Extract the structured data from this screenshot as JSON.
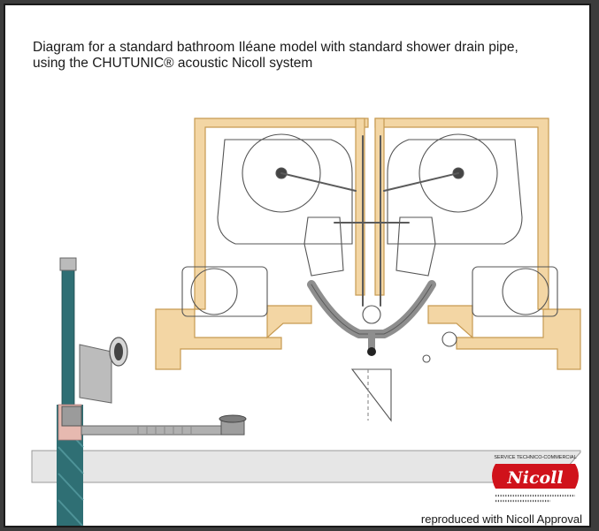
{
  "caption": {
    "line1": "Diagram for a standard bathroom Iléane model with standard shower drain pipe,",
    "line2": "using the CHUTUNIC® acoustic Nicoll system"
  },
  "logo": {
    "top_text": "SERVICE TECHNICO-COMMERCIAL",
    "brand": "Nicoll"
  },
  "approval_text": "reproduced with Nicoll Approval",
  "colors": {
    "wall_fill": "#f3d6a4",
    "wall_stroke": "#c69a52",
    "pipe_gray": "#8e8e8e",
    "riser_teal": "#2f6f74",
    "logo_red": "#d0121b"
  }
}
